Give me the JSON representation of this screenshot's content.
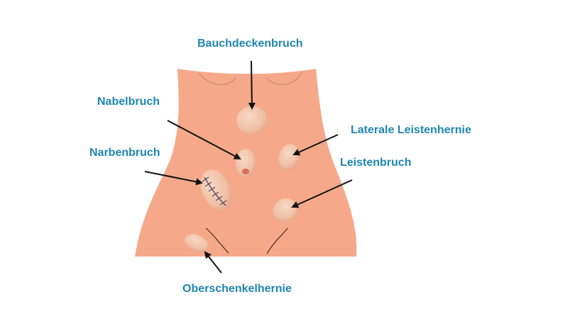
{
  "colors": {
    "skin": "#f5a98a",
    "bulge": "#f2c9b0",
    "bulge_shade": "#e8a98c",
    "label": "#1f86b3",
    "arrow": "#111111",
    "stitch": "#5a4a6a",
    "navel": "#d96b5b"
  },
  "labels": {
    "bauchdeckenbruch": "Bauchdeckenbruch",
    "nabelbruch": "Nabelbruch",
    "laterale_leistenhernie": "Laterale Leistenhernie",
    "narbenbruch": "Narbenbruch",
    "leistenbruch": "Leistenbruch",
    "oberschenkelhernie": "Oberschenkelhernie"
  }
}
